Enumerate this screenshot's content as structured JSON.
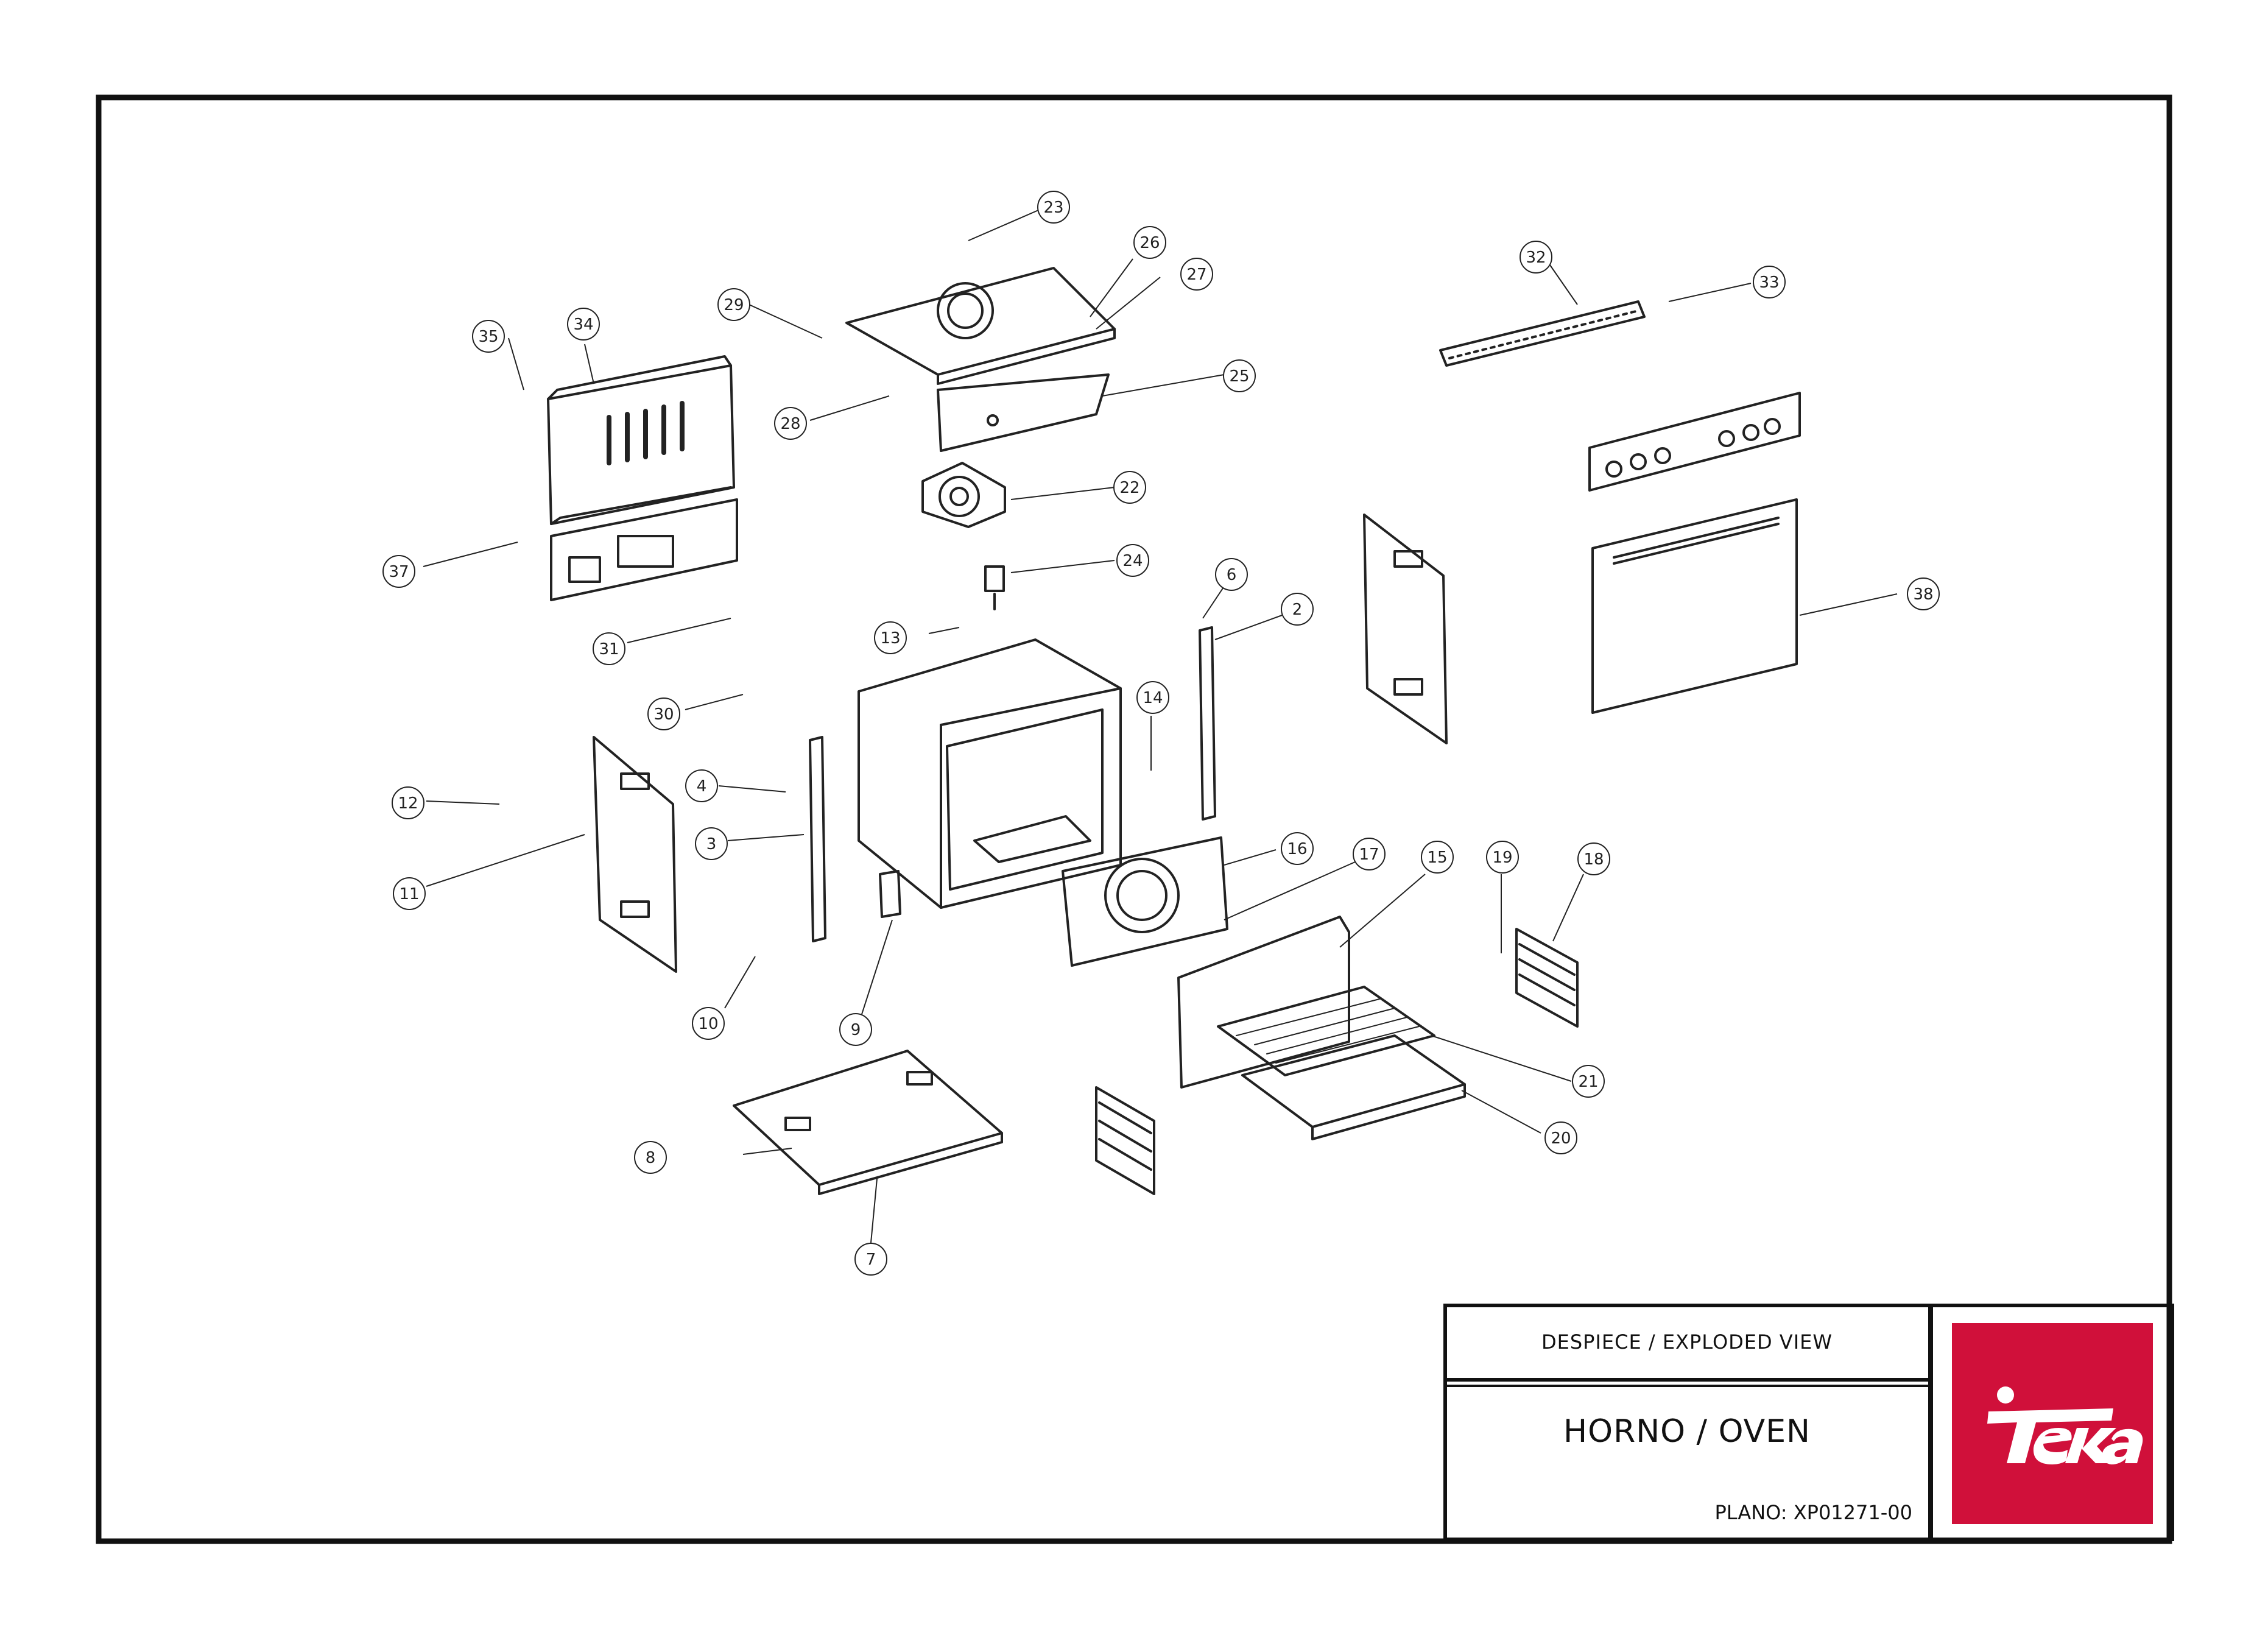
{
  "title_block": {
    "header": "DESPIECE / EXPLODED VIEW",
    "product": "HORNO / OVEN",
    "plan": "PLANO: XP01271-00"
  },
  "brand": {
    "name": "Teka",
    "color": "#d0103a"
  },
  "callouts": [
    "2",
    "3",
    "4",
    "6",
    "7",
    "8",
    "9",
    "10",
    "11",
    "12",
    "13",
    "14",
    "15",
    "16",
    "17",
    "18",
    "19",
    "20",
    "21",
    "22",
    "23",
    "24",
    "25",
    "26",
    "27",
    "28",
    "29",
    "30",
    "31",
    "32",
    "33",
    "34",
    "35",
    "37",
    "38"
  ]
}
